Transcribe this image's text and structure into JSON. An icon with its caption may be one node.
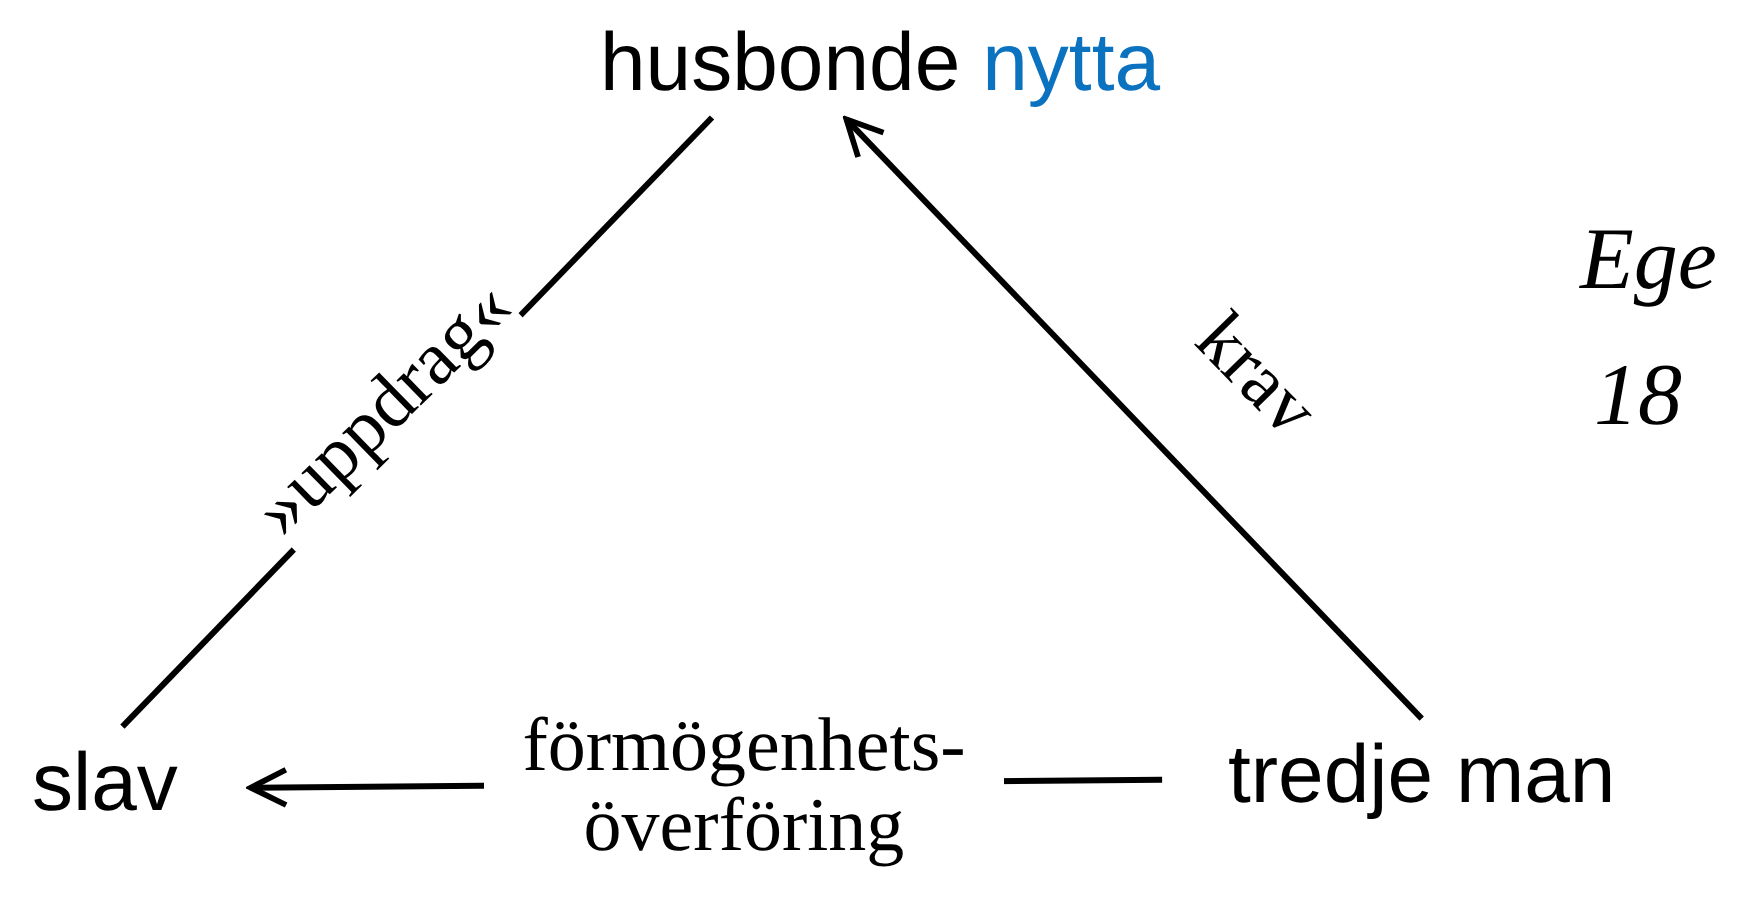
{
  "diagram": {
    "nodes": [
      {
        "text": [
          "husbonde",
          "nytta"
        ]
      },
      {
        "text": [
          "slav"
        ]
      },
      {
        "text": [
          "tredje man"
        ]
      }
    ],
    "edges": [
      {
        "from": 0,
        "to": 1,
        "arrow": "none",
        "label": "»uppdrag«"
      },
      {
        "from": 2,
        "to": 0,
        "arrow": "to",
        "label": "krav"
      },
      {
        "from": 2,
        "to": 1,
        "arrow": "to",
        "label": "förmögenhets- överföring"
      }
    ],
    "labels": [
      "Ege",
      "18"
    ]
  }
}
